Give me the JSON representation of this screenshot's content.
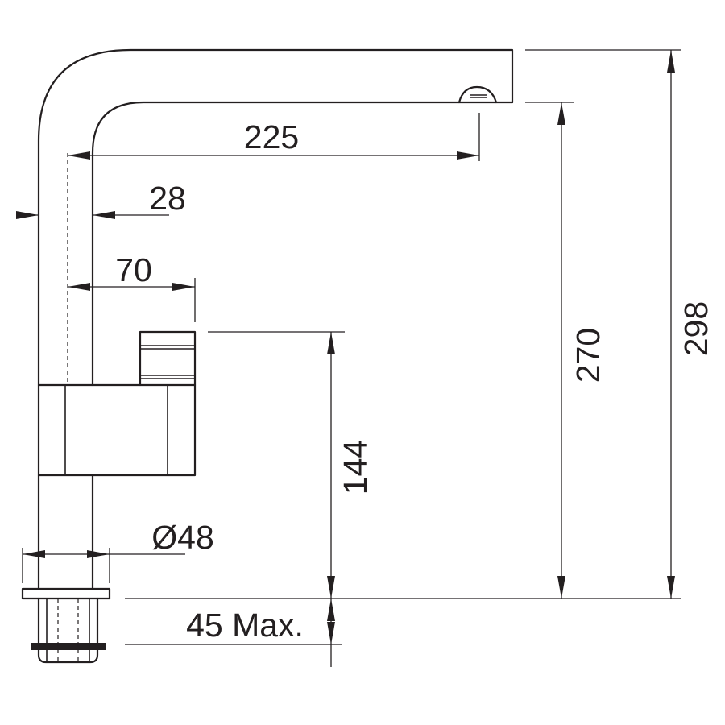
{
  "dimensions": {
    "spout_reach": "225",
    "tube_diameter": "28",
    "handle_offset": "70",
    "handle_height": "144",
    "spout_height": "270",
    "total_height": "298",
    "base_diameter": "Ø48",
    "mount_thickness": "45 Max."
  },
  "colors": {
    "line": "#231f20",
    "background": "#ffffff"
  }
}
